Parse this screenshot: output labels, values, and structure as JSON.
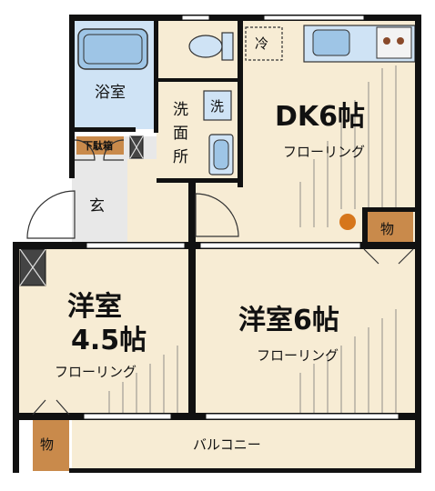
{
  "rooms": {
    "bath": "浴室",
    "washroom": "洗面所",
    "washer": "洗",
    "fridge": "冷",
    "dk_title": "DK6帖",
    "dk_floor": "フローリング",
    "entrance": "玄",
    "shoe_box": "下駄箱",
    "closet_kitchen": "物",
    "room1_title_line1": "洋室",
    "room1_title_line2": "4.5帖",
    "room1_floor": "フローリング",
    "room2_title": "洋室6帖",
    "room2_floor": "フローリング",
    "closet_balcony": "物",
    "balcony": "バルコニー"
  },
  "colors": {
    "floor_beige": "#f7ecd4",
    "tile_blue": "#cfe3f5",
    "fixture_blue": "#9ec5e6",
    "entrance_gray": "#e8e8e8",
    "closet_orange": "#c98a4b",
    "wall": "#111111",
    "knob_brown": "#8a4a2a"
  }
}
